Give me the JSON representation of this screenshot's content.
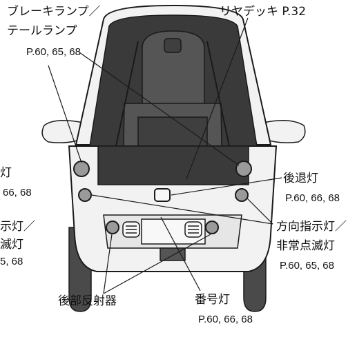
{
  "labels": {
    "brake_lamp": {
      "line1": "ブレーキランプ／",
      "line2": "テールランプ",
      "ref": "P.60, 65, 68"
    },
    "rear_deck": {
      "text": "リヤデッキ P.32"
    },
    "left_partial_1": {
      "text": "灯",
      "ref": "66, 68"
    },
    "left_partial_2": {
      "line1": "示灯／",
      "line2": "滅灯",
      "ref": "5, 68"
    },
    "reverse_lamp": {
      "text": "後退灯",
      "ref": "P.60, 66, 68"
    },
    "turn_signal": {
      "line1": "方向指示灯／",
      "line2": "非常点滅灯",
      "ref": "P.60, 65, 68"
    },
    "rear_reflector": {
      "text": "後部反射器"
    },
    "license_lamp": {
      "text": "番号灯",
      "ref": "P.60, 66, 68"
    }
  },
  "colors": {
    "outline": "#1a1a1a",
    "glass": "#3a3a3a",
    "seat": "#555555",
    "seat_dark": "#3f3f3f",
    "body": "#f2f2f2",
    "tire": "#4a4a4a",
    "lamp": "#9a9a9a"
  }
}
